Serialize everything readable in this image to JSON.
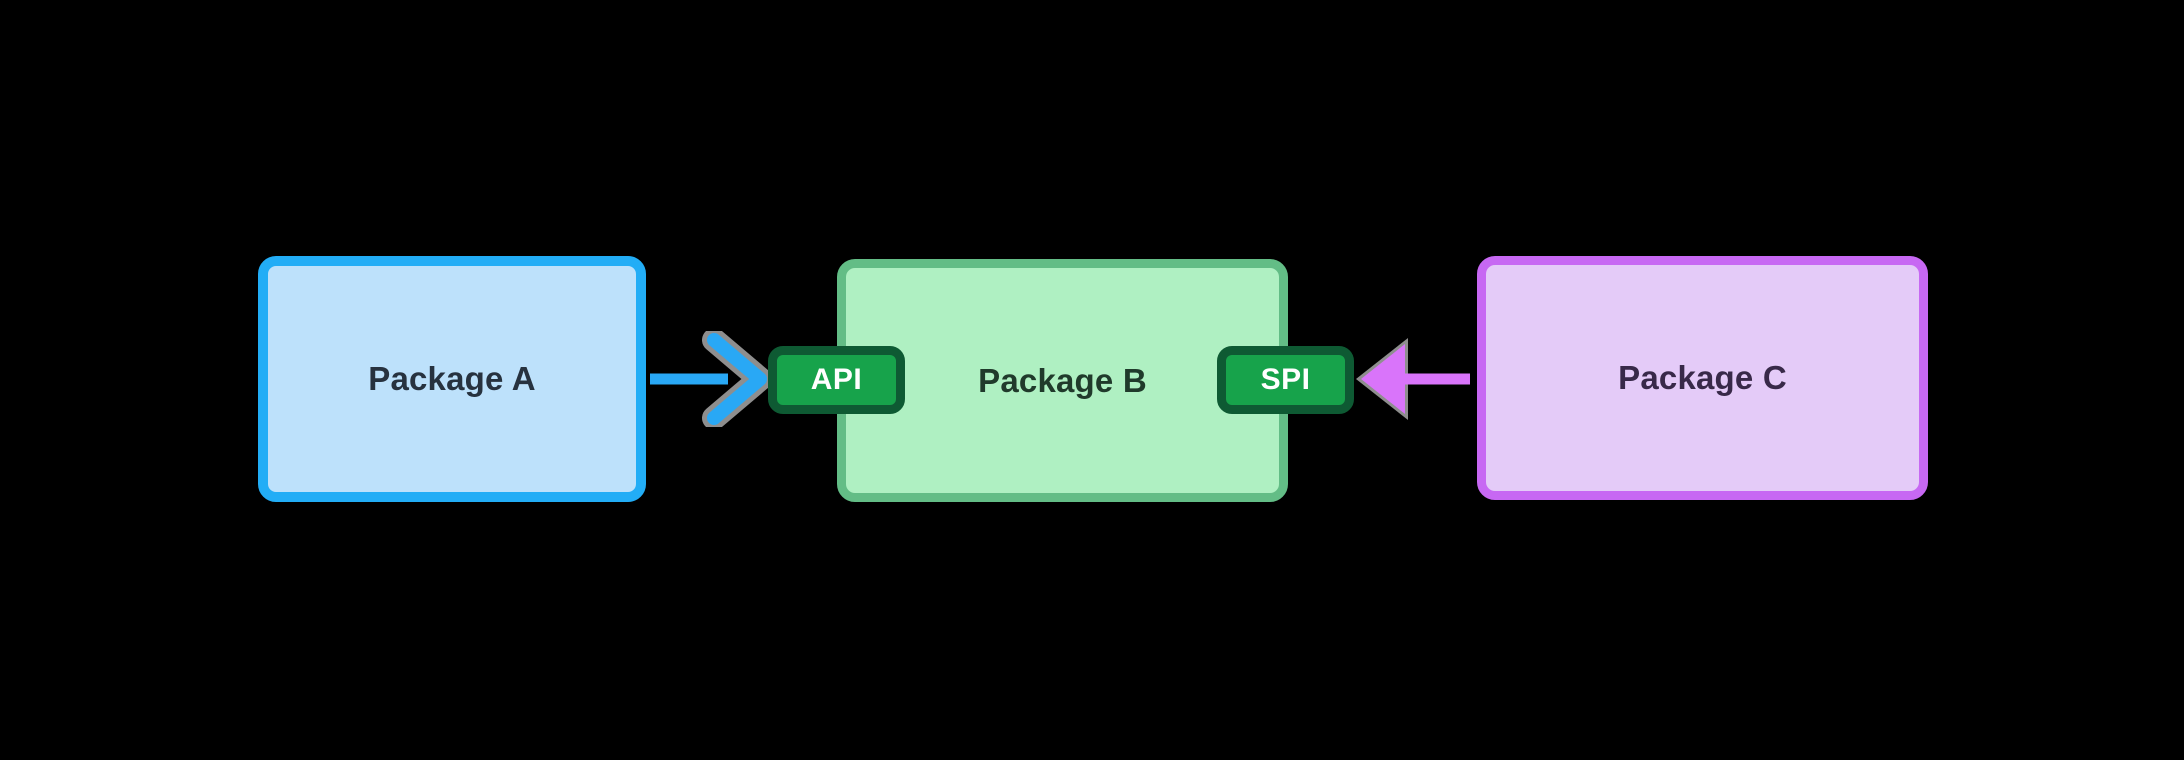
{
  "background": "#000000",
  "nodes": [
    {
      "id": "package-a",
      "label": "Package A",
      "fill": "#BDE1FB",
      "border_color": "#22ADF6",
      "label_color": "#27323F"
    },
    {
      "id": "package-b",
      "label": "Package B",
      "fill": "#AFF0C2",
      "border_color": "#63BD86",
      "label_color": "#203A2B"
    },
    {
      "id": "package-c",
      "label": "Package C",
      "fill": "#E4CBF8",
      "border_color": "#C768F3",
      "label_color": "#382949"
    }
  ],
  "badges": [
    {
      "id": "api-badge",
      "label": "API",
      "fill": "#17A34B",
      "border_color": "#0E5A33",
      "label_color": "#FFFFFF"
    },
    {
      "id": "spi-badge",
      "label": "SPI",
      "fill": "#17A34B",
      "border_color": "#0E5A33",
      "label_color": "#FFFFFF"
    }
  ],
  "arrows": [
    {
      "id": "arrow-a-to-api",
      "from": "package-a",
      "to": "api-badge",
      "direction": "right",
      "head_style": "open-chevron",
      "color": "#29A8F5",
      "outline_color": "#8E8E8E"
    },
    {
      "id": "arrow-c-to-spi",
      "from": "package-c",
      "to": "spi-badge",
      "direction": "left",
      "head_style": "solid-triangle",
      "color": "#D974FA",
      "outline_color": "#8E8E8E"
    }
  ]
}
